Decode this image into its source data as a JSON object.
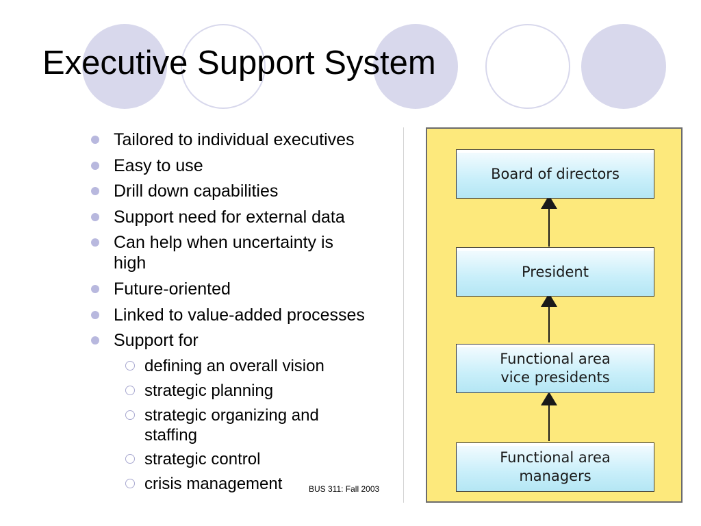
{
  "slide": {
    "title": "Executive Support System",
    "footer": "BUS 311: Fall 2003",
    "accent_color": "#d8d8ec",
    "figure_background": "#fde97c",
    "box_color": "#c9effa"
  },
  "bullets": [
    {
      "text": "Tailored to individual executives"
    },
    {
      "text_line1": "Easy to use"
    },
    {
      "text": "Drill down capabilities"
    },
    {
      "text": "Support need for external data"
    },
    {
      "line1": "Can help when uncertainty is",
      "line2": "high"
    },
    {
      "text": "Future-oriented"
    },
    {
      "text": "Linked to value-added processes"
    },
    {
      "text": "Support for"
    }
  ],
  "sub_bullets": [
    {
      "text": "defining an overall vision"
    },
    {
      "text": "strategic planning"
    },
    {
      "line1": "strategic organizing and",
      "line2": "staffing"
    },
    {
      "text": "strategic control"
    },
    {
      "text": "crisis management"
    }
  ],
  "org_chart": {
    "levels": [
      {
        "line1": "Board of directors"
      },
      {
        "line1": "President"
      },
      {
        "line1": "Functional area",
        "line2": "vice presidents"
      },
      {
        "line1": "Functional area",
        "line2": "managers"
      }
    ],
    "arrow_direction": "up"
  }
}
